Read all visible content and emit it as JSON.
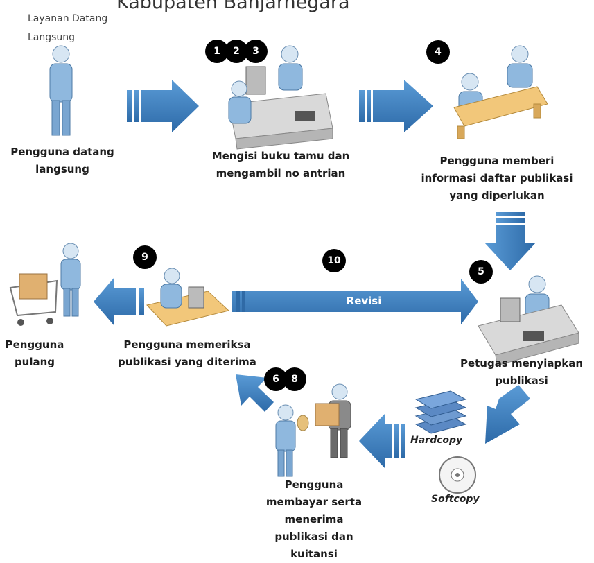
{
  "header": {
    "title": "Kabupaten Banjarnegara",
    "subtitle": "Layanan Datang Langsung"
  },
  "steps": [
    {
      "caption": "Pengguna datang langsung"
    },
    {
      "caption": "Mengisi buku tamu dan mengambil no antrian",
      "badges": [
        "1",
        "2",
        "3"
      ]
    },
    {
      "caption": "Pengguna memberi informasi daftar publikasi yang diperlukan",
      "badges": [
        "4"
      ]
    },
    {
      "caption": "Petugas menyiapkan publikasi",
      "badges": [
        "5"
      ]
    },
    {
      "caption": "Pengguna membayar serta menerima publikasi dan kuitansi",
      "badges": [
        "6",
        "8"
      ]
    },
    {
      "caption": "Pengguna memeriksa publikasi yang diterima",
      "badges": [
        "9"
      ]
    },
    {
      "caption": "Pengguna pulang"
    }
  ],
  "revision": {
    "badge": "10",
    "label": "Revisi"
  },
  "media": {
    "hardcopy": "Hardcopy",
    "softcopy": "Softcopy"
  },
  "colors": {
    "arrow": "#3d7fbf",
    "arrow_dark": "#2f6aa6",
    "figure": "#8fb8de",
    "desk": "#f2c77a"
  }
}
